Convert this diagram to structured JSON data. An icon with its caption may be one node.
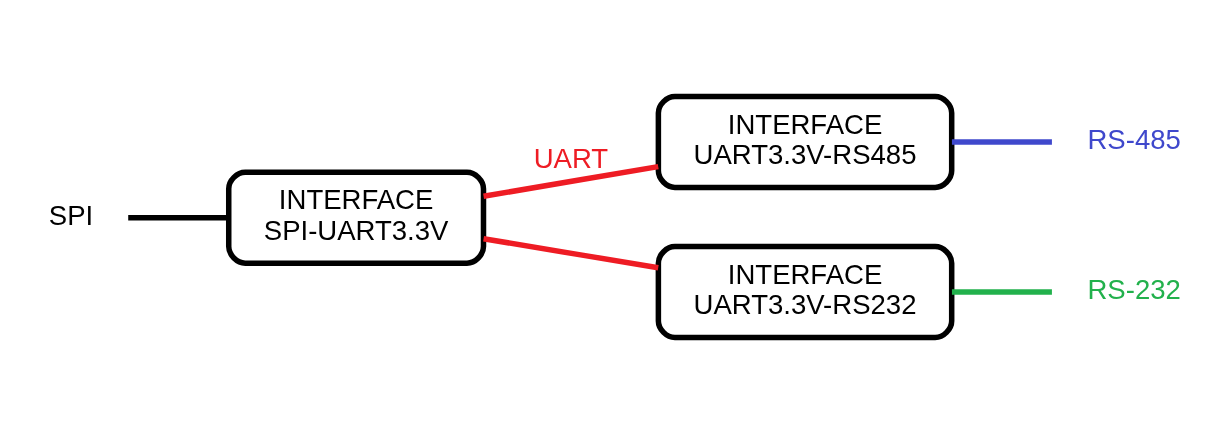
{
  "diagram": {
    "nodes": [
      {
        "text": [
          "SPI"
        ]
      },
      {
        "text": [
          "INTERFACE",
          "SPI-UART3.3V"
        ]
      },
      {
        "text": [
          "INTERFACE",
          "UART3.3V-RS485"
        ]
      },
      {
        "text": [
          "INTERFACE",
          "UART3.3V-RS232"
        ]
      },
      {
        "text": [
          "RS-485"
        ]
      },
      {
        "text": [
          "RS-232"
        ]
      }
    ],
    "edges": [
      {
        "from": 0,
        "to": 1,
        "arrow": "none",
        "color": "#000000"
      },
      {
        "from": 1,
        "to": 2,
        "arrow": "none",
        "color": "#ee1c24",
        "label": "UART"
      },
      {
        "from": 1,
        "to": 3,
        "arrow": "none",
        "color": "#ee1c24"
      },
      {
        "from": 2,
        "to": 4,
        "arrow": "none",
        "color": "#3f48cc"
      },
      {
        "from": 3,
        "to": 5,
        "arrow": "none",
        "color": "#22b14c"
      }
    ]
  }
}
